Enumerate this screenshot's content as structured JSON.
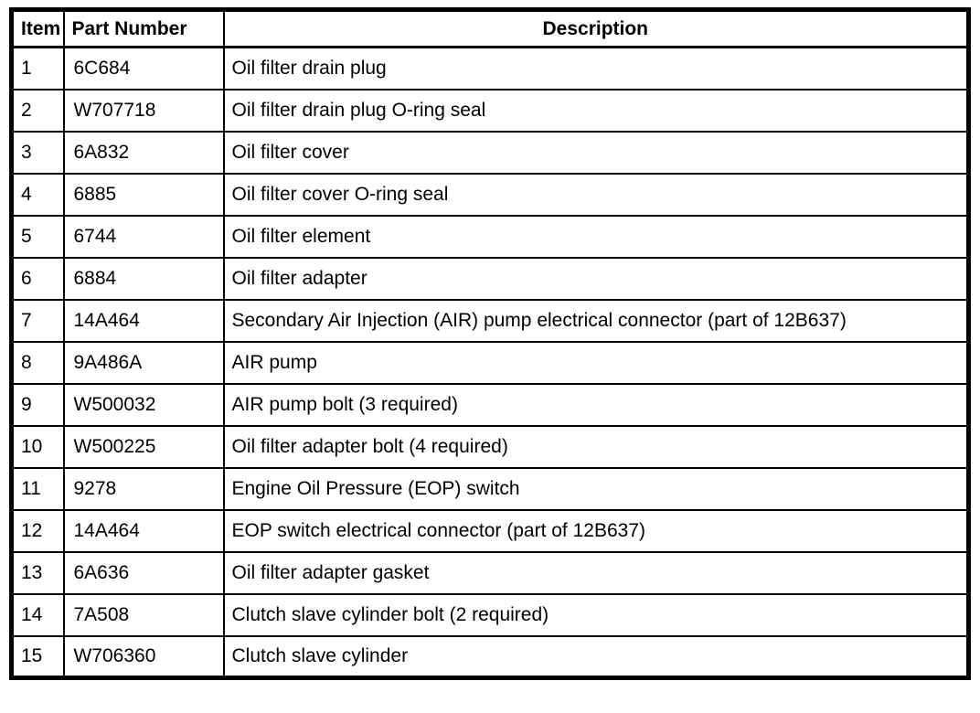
{
  "colors": {
    "background": "#ffffff",
    "border": "#000000",
    "text": "#000000"
  },
  "table": {
    "headers": [
      "Item",
      "Part Number",
      "Description"
    ],
    "rows": [
      {
        "item": "1",
        "part_number": "6C684",
        "description": "Oil filter drain plug"
      },
      {
        "item": "2",
        "part_number": "W707718",
        "description": "Oil filter drain plug O-ring seal"
      },
      {
        "item": "3",
        "part_number": "6A832",
        "description": "Oil filter cover"
      },
      {
        "item": "4",
        "part_number": "6885",
        "description": "Oil filter cover O-ring seal"
      },
      {
        "item": "5",
        "part_number": "6744",
        "description": "Oil filter element"
      },
      {
        "item": "6",
        "part_number": "6884",
        "description": "Oil filter adapter"
      },
      {
        "item": "7",
        "part_number": "14A464",
        "description": "Secondary Air Injection (AIR) pump electrical connector (part of 12B637)"
      },
      {
        "item": "8",
        "part_number": "9A486A",
        "description": "AIR pump"
      },
      {
        "item": "9",
        "part_number": "W500032",
        "description": "AIR pump bolt (3 required)"
      },
      {
        "item": "10",
        "part_number": "W500225",
        "description": "Oil filter adapter bolt (4 required)"
      },
      {
        "item": "11",
        "part_number": "9278",
        "description": "Engine Oil Pressure (EOP) switch"
      },
      {
        "item": "12",
        "part_number": "14A464",
        "description": "EOP switch electrical connector (part of 12B637)"
      },
      {
        "item": "13",
        "part_number": "6A636",
        "description": "Oil filter adapter gasket"
      },
      {
        "item": "14",
        "part_number": "7A508",
        "description": "Clutch slave cylinder bolt (2 required)"
      },
      {
        "item": "15",
        "part_number": "W706360",
        "description": "Clutch slave cylinder"
      }
    ]
  }
}
